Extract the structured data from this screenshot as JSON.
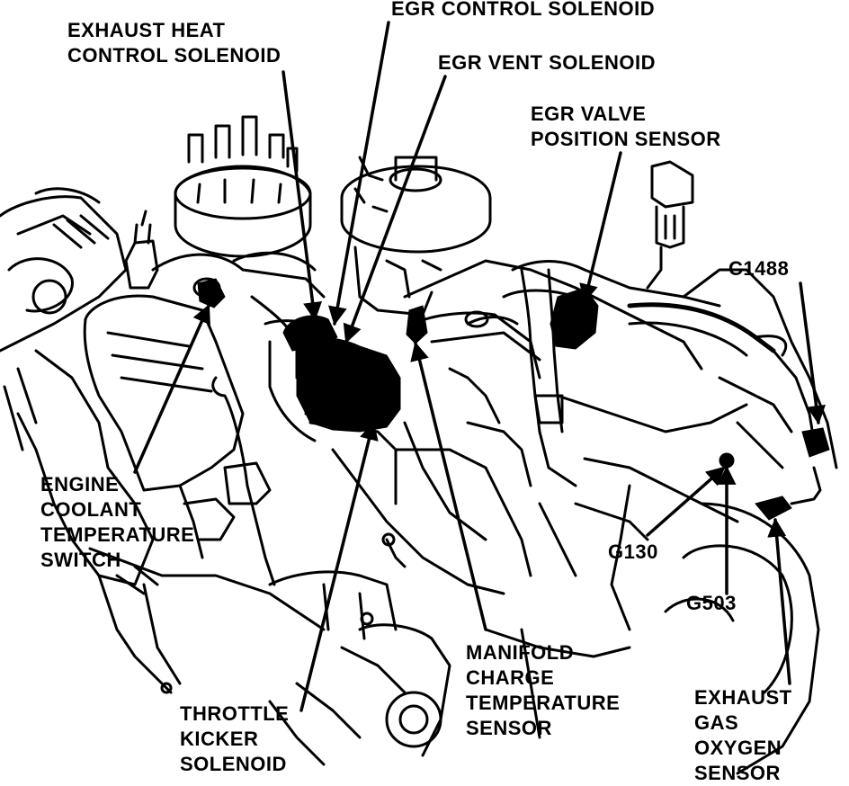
{
  "labels": {
    "exhaust_heat_control_solenoid": [
      "EXHAUST HEAT",
      "CONTROL SOLENOID"
    ],
    "egr_control_solenoid": [
      "EGR CONTROL SOLENOID"
    ],
    "egr_vent_solenoid": [
      "EGR VENT SOLENOID"
    ],
    "egr_valve_position_sensor": [
      "EGR VALVE",
      "POSITION SENSOR"
    ],
    "c1488": [
      "C1488"
    ],
    "engine_coolant_temperature_switch": [
      "ENGINE",
      "COOLANT",
      "TEMPERATURE",
      "SWITCH"
    ],
    "g130": [
      "G130"
    ],
    "g503": [
      "G503"
    ],
    "manifold_charge_temperature_sensor": [
      "MANIFOLD",
      "CHARGE",
      "TEMPERATURE",
      "SENSOR"
    ],
    "throttle_kicker_solenoid": [
      "THROTTLE",
      "KICKER",
      "SOLENOID"
    ],
    "exhaust_gas_oxygen_sensor": [
      "EXHAUST",
      "GAS",
      "OXYGEN",
      "SENSOR"
    ]
  },
  "colors": {
    "ink": "#000000",
    "paper": "#ffffff"
  }
}
